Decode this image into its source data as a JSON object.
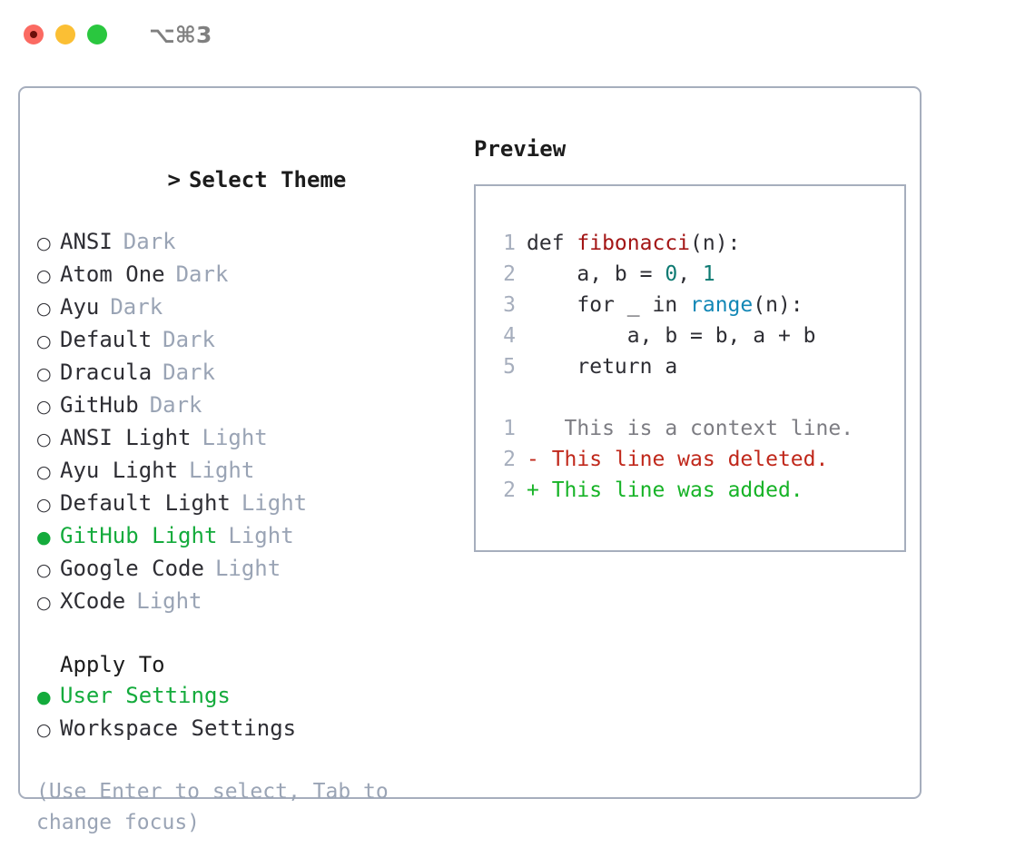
{
  "titlebar": {
    "shortcut": "⌥⌘3",
    "lights": [
      "close",
      "minimize",
      "zoom"
    ]
  },
  "theme_picker": {
    "caret": ">",
    "heading": "Select Theme",
    "bullet_selected": "●",
    "bullet_unselected": "○",
    "options": [
      {
        "label": "ANSI",
        "tag": "Dark",
        "selected": false
      },
      {
        "label": "Atom One",
        "tag": "Dark",
        "selected": false
      },
      {
        "label": "Ayu",
        "tag": "Dark",
        "selected": false
      },
      {
        "label": "Default",
        "tag": "Dark",
        "selected": false
      },
      {
        "label": "Dracula",
        "tag": "Dark",
        "selected": false
      },
      {
        "label": "GitHub",
        "tag": "Dark",
        "selected": false
      },
      {
        "label": "ANSI Light",
        "tag": "Light",
        "selected": false
      },
      {
        "label": "Ayu Light",
        "tag": "Light",
        "selected": false
      },
      {
        "label": "Default Light",
        "tag": "Light",
        "selected": false
      },
      {
        "label": "GitHub Light",
        "tag": "Light",
        "selected": true
      },
      {
        "label": "Google Code",
        "tag": "Light",
        "selected": false
      },
      {
        "label": "XCode",
        "tag": "Light",
        "selected": false
      }
    ]
  },
  "apply_to": {
    "heading": "Apply To",
    "options": [
      {
        "label": "User Settings",
        "selected": true
      },
      {
        "label": "Workspace Settings",
        "selected": false
      }
    ]
  },
  "hint": "(Use Enter to select, Tab to change focus)",
  "preview": {
    "title": "Preview",
    "code_lines": [
      {
        "lno": "1",
        "segments": [
          {
            "text": "def ",
            "style": "plain"
          },
          {
            "text": "fibonacci",
            "style": "fn"
          },
          {
            "text": "(n):",
            "style": "plain"
          }
        ]
      },
      {
        "lno": "2",
        "segments": [
          {
            "text": "    a, b = ",
            "style": "plain"
          },
          {
            "text": "0",
            "style": "num"
          },
          {
            "text": ", ",
            "style": "plain"
          },
          {
            "text": "1",
            "style": "num"
          }
        ]
      },
      {
        "lno": "3",
        "segments": [
          {
            "text": "    for _ in ",
            "style": "plain"
          },
          {
            "text": "range",
            "style": "call"
          },
          {
            "text": "(n):",
            "style": "plain"
          }
        ]
      },
      {
        "lno": "4",
        "segments": [
          {
            "text": "        a, b = b, a + b",
            "style": "plain"
          }
        ]
      },
      {
        "lno": "5",
        "segments": [
          {
            "text": "    return a",
            "style": "plain"
          }
        ]
      }
    ],
    "diff_lines": [
      {
        "lno": "1",
        "marker": " ",
        "text": "  This is a context line.",
        "style": "dim"
      },
      {
        "lno": "2",
        "marker": "-",
        "text": " This line was deleted.",
        "style": "del"
      },
      {
        "lno": "2",
        "marker": "+",
        "text": " This line was added.",
        "style": "add"
      }
    ]
  },
  "colors": {
    "accent_green": "#14ab3c",
    "border": "#a6aebd",
    "tag_gray": "#9aa4b5",
    "diff_add": "#17b327",
    "diff_del": "#c0281b",
    "syntax_fn": "#a31515",
    "syntax_num": "#0d7a72",
    "syntax_call": "#1287b6"
  }
}
